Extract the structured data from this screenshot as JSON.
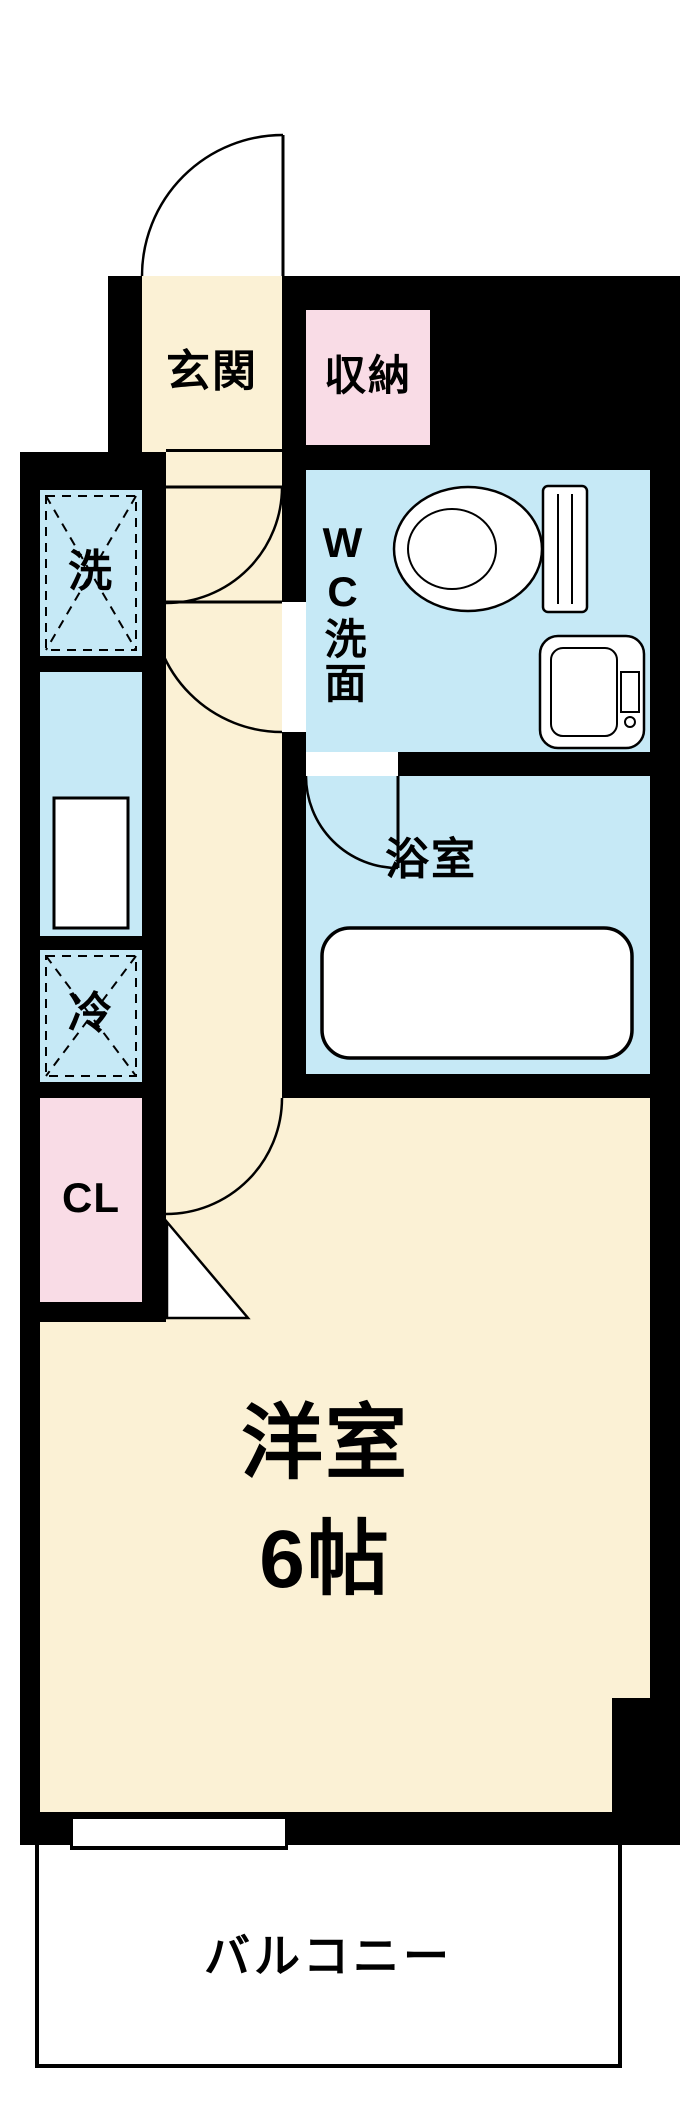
{
  "floorplan": {
    "type": "japanese-apartment-1K-floor-plan",
    "colors": {
      "wall": "#000000",
      "flooring": "#fbf1d5",
      "closet_pink": "#f9dce6",
      "wet_area_blue": "#c6e9f6",
      "fixture_white": "#ffffff",
      "background": "#ffffff"
    },
    "rooms": {
      "genkan": {
        "label": "玄関"
      },
      "storage": {
        "label": "収納"
      },
      "washer": {
        "label": "洗"
      },
      "wc_washroom": {
        "label": "WC洗面"
      },
      "bath": {
        "label": "浴室"
      },
      "fridge": {
        "label": "冷"
      },
      "closet": {
        "label": "CL"
      },
      "western_room": {
        "label": "洋室",
        "size": "6帖"
      },
      "balcony": {
        "label": "バルコニー"
      }
    },
    "icons": {
      "toilet": "toilet-icon",
      "washbasin": "washbasin-icon",
      "bathtub": "bathtub-icon",
      "kitchen_sink": "kitchen-sink-icon",
      "door_swings": "door-swing-arc",
      "appliance_space": "dashed-cross-box"
    }
  }
}
